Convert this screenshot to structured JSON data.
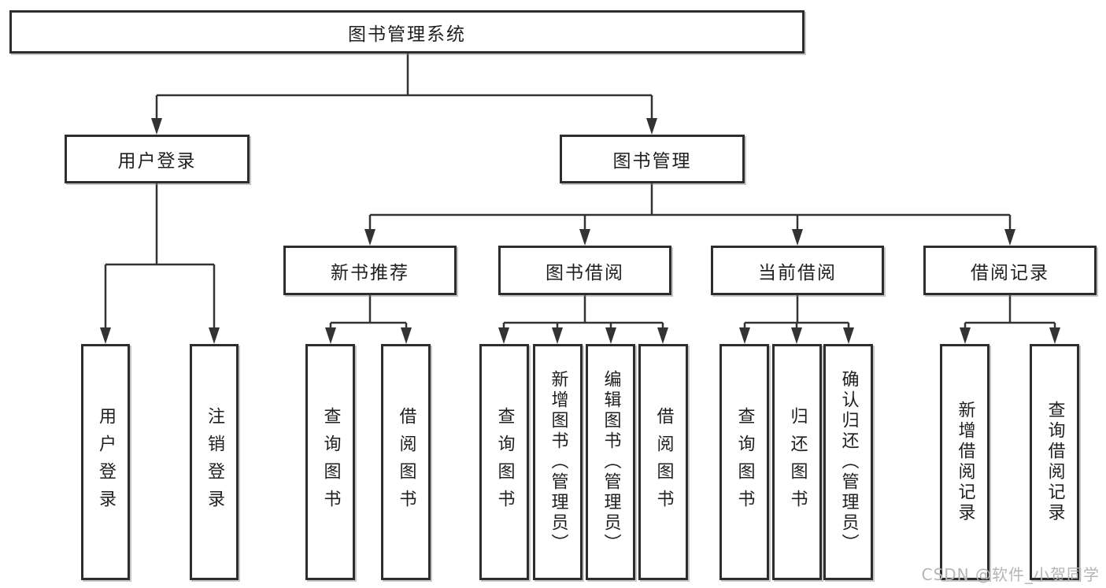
{
  "diagram_title": "图书管理系统",
  "colors": {
    "line": "#333333",
    "box_border": "#2d2d2d",
    "text": "#1f1f1f",
    "watermark": "#b5b5b5",
    "background": "#ffffff"
  },
  "watermark": "CSDN @软件_小贺同学",
  "tree": {
    "root": {
      "label": "图书管理系统",
      "children": [
        {
          "label": "用户登录",
          "children": [
            {
              "label": "用户登录"
            },
            {
              "label": "注销登录"
            }
          ]
        },
        {
          "label": "图书管理",
          "children": [
            {
              "label": "新书推荐",
              "children": [
                {
                  "label": "查询图书"
                },
                {
                  "label": "借阅图书"
                }
              ]
            },
            {
              "label": "图书借阅",
              "children": [
                {
                  "label": "查询图书"
                },
                {
                  "label": "新增图书（管理员）"
                },
                {
                  "label": "编辑图书（管理员）"
                },
                {
                  "label": "借阅图书"
                }
              ]
            },
            {
              "label": "当前借阅",
              "children": [
                {
                  "label": "查询图书"
                },
                {
                  "label": "归还图书"
                },
                {
                  "label": "确认归还（管理员）"
                }
              ]
            },
            {
              "label": "借阅记录",
              "children": [
                {
                  "label": "新增借阅记录"
                },
                {
                  "label": "查询借阅记录"
                }
              ]
            }
          ]
        }
      ]
    }
  }
}
